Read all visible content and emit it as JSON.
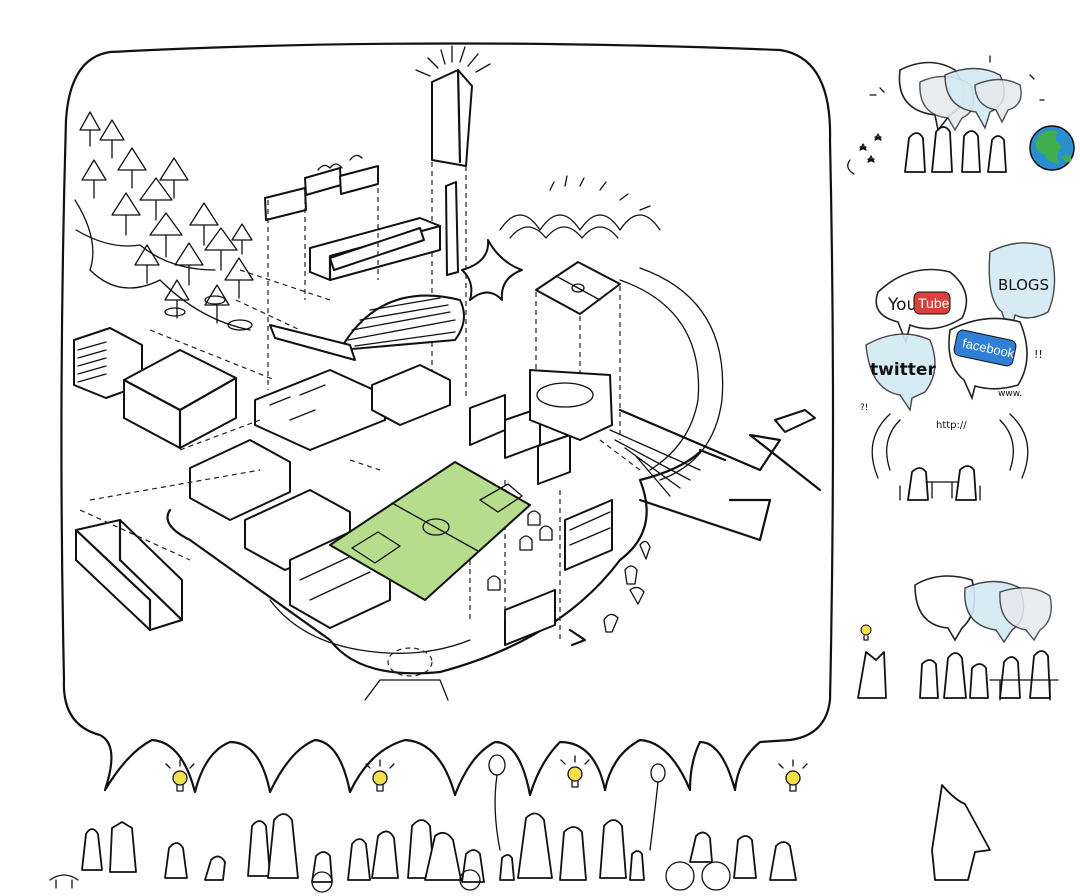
{
  "social_media": {
    "youtube_you": "You",
    "youtube_tube": "Tube",
    "blogs": "BLOGS",
    "twitter": "twitter",
    "facebook": "facebook",
    "http": "http://",
    "www": "www.",
    "exclaim": "!!",
    "question": "?!"
  },
  "colors": {
    "field_green": "#b6dc8c",
    "bubble_blue": "#d3e9f3",
    "bubble_grey": "#e6e9ec",
    "youtube_red": "#d9413a",
    "facebook_blue": "#2f7fd6",
    "globe_green": "#3fae4e",
    "globe_ocean": "#2a8fd0",
    "bulb_yellow": "#f4e04a"
  }
}
